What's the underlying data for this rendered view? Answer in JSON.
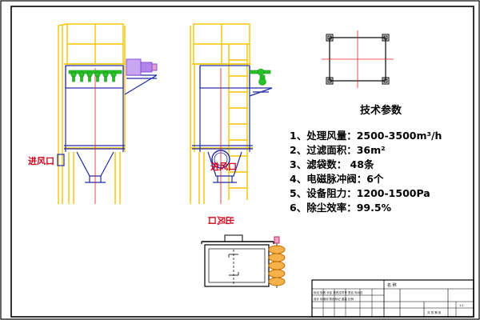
{
  "labels": {
    "inlet_left": "进风口",
    "inlet_side": "进风口",
    "outlet_top": "出风口"
  },
  "specs": {
    "title": "技术参数",
    "lines": [
      "1、处理风量：2500-3500m³/h",
      "2、过滤面积：36m²",
      "3、滤袋数：  48条",
      "4、电磁脉冲阀：6个",
      "5、设备阻力：1200-1500Pa",
      "6、除尘效率：99.5%"
    ]
  },
  "title_block": {
    "name_header": "名 称",
    "row1": "标记 处数 分区 更改文件号 签名 年月日",
    "row2": "设计 标准化 阶段标记 重量 比例",
    "scale": "1:1",
    "sheet": "共 张 第 张"
  },
  "colors": {
    "structure": "#f2c500",
    "outline": "#1f2aa8",
    "center": "#e02020",
    "valve": "#27c227",
    "fan": "#8a4fd8",
    "label_red": "#d0021b"
  }
}
